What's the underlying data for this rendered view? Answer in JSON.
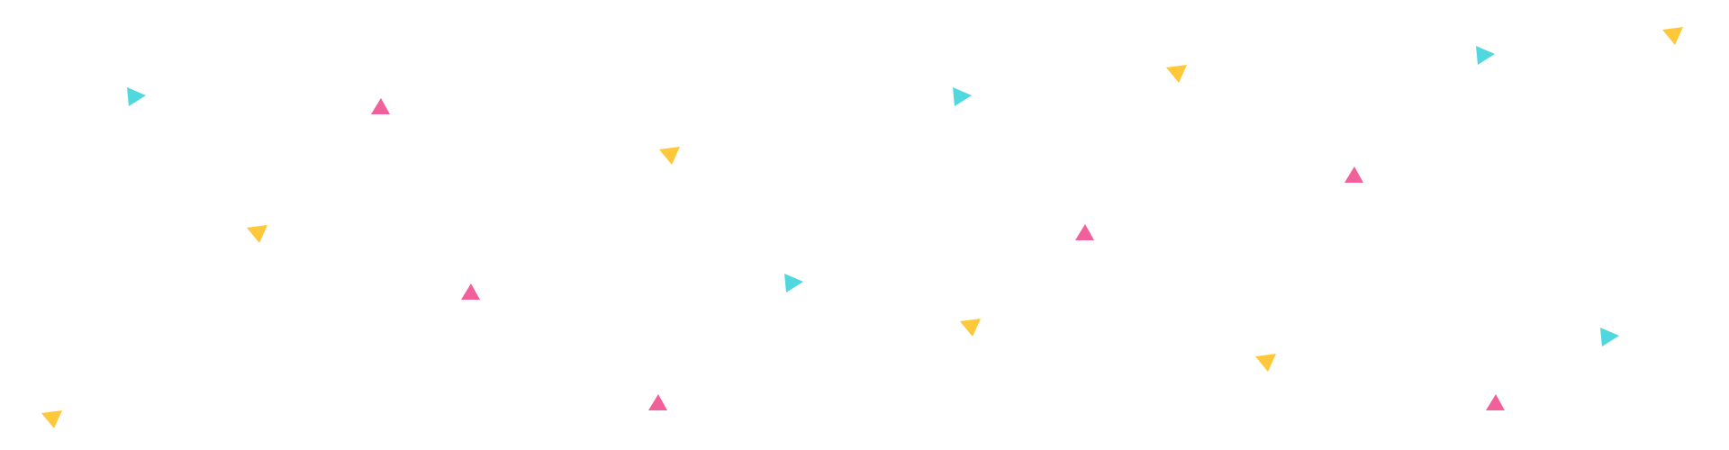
{
  "pattern": {
    "name": "triangle-confetti",
    "colors": {
      "cyan": "#4fd8de",
      "pink": "#f2609c",
      "yellow": "#ffc83a"
    },
    "shapes": [
      {
        "type": "cyan-triangle"
      },
      {
        "type": "pink-triangle"
      },
      {
        "type": "yellow-triangle"
      }
    ]
  }
}
